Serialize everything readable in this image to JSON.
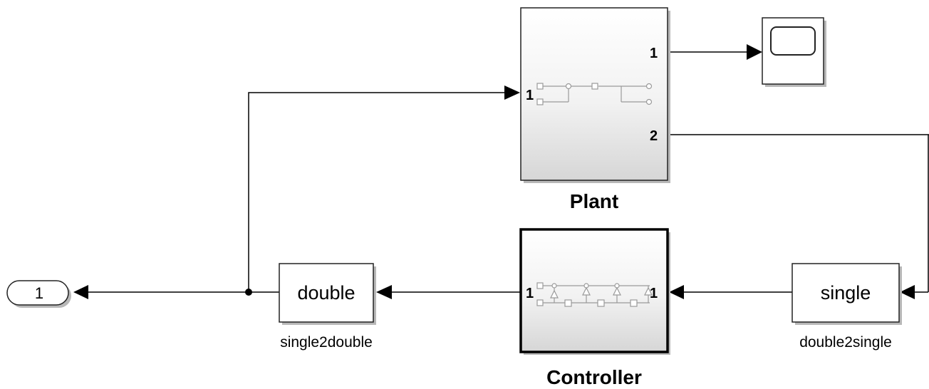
{
  "blocks": {
    "plant": {
      "name": "Plant",
      "input_port": "1",
      "output_port_1": "1",
      "output_port_2": "2"
    },
    "controller": {
      "name": "Controller",
      "input_port": "1",
      "output_port": "1"
    },
    "single2double": {
      "label": "double",
      "caption": "single2double"
    },
    "double2single": {
      "label": "single",
      "caption": "double2single"
    },
    "outport": {
      "label": "1"
    },
    "scope": {}
  },
  "colors": {
    "line": "#000000",
    "block_fill": "#ffffff",
    "subsystem_gradient_top": "#ffffff",
    "subsystem_gradient_bottom": "#d8d8d8",
    "shadow": "#b0b0b0"
  }
}
